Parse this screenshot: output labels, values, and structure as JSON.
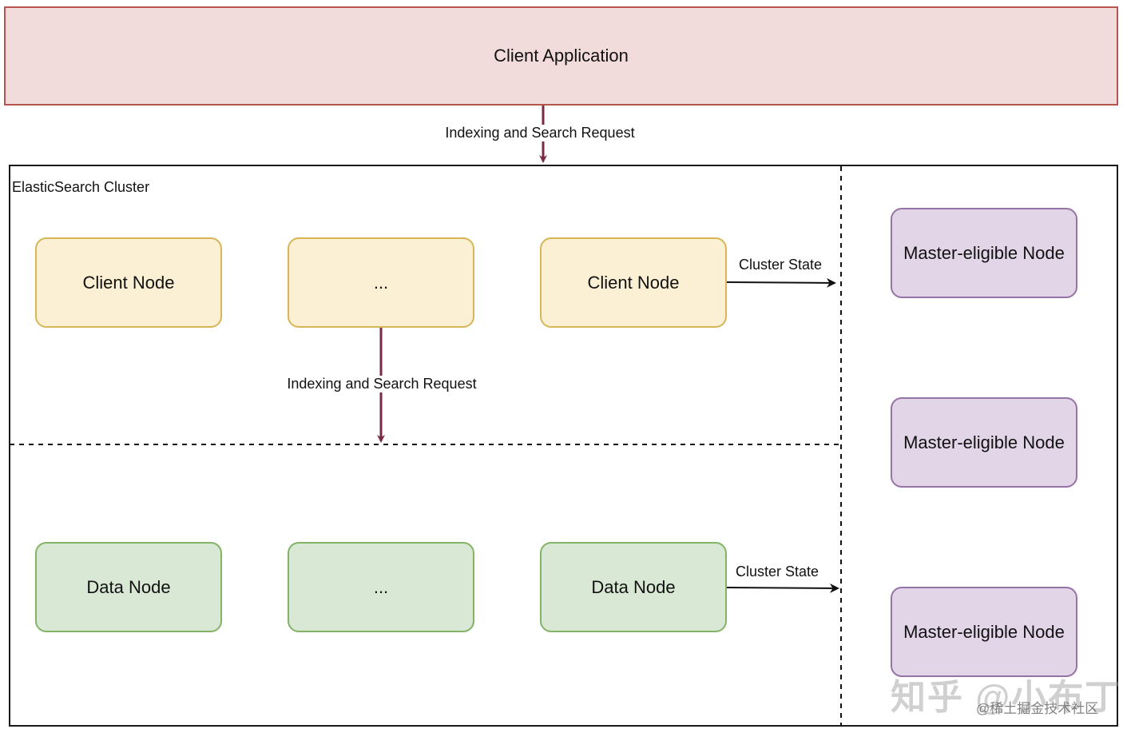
{
  "diagram": {
    "client_application": "Client Application",
    "cluster_label": "ElasticSearch Cluster",
    "client_nodes": [
      "Client Node",
      "...",
      "Client Node"
    ],
    "data_nodes": [
      "Data Node",
      "...",
      "Data Node"
    ],
    "master_nodes": [
      "Master-eligible Node",
      "Master-eligible Node",
      "Master-eligible Node"
    ],
    "edges": {
      "app_to_cluster": "Indexing and Search Request",
      "client_to_data": "Indexing and Search Request",
      "client_cluster_state": "Cluster State",
      "data_cluster_state": "Cluster State"
    }
  },
  "colors": {
    "client_application_fill": "#f2dcdb",
    "client_application_stroke": "#b85450",
    "client_node_fill": "#fbf0d3",
    "client_node_stroke": "#d6b656",
    "data_node_fill": "#d8e8d4",
    "data_node_stroke": "#82b366",
    "master_node_fill": "#e1d5e7",
    "master_node_stroke": "#9673a6",
    "request_arrow": "#7a2a45"
  },
  "watermark": {
    "primary": "知乎 @小布丁",
    "secondary": "@稀土掘金技术社区"
  }
}
